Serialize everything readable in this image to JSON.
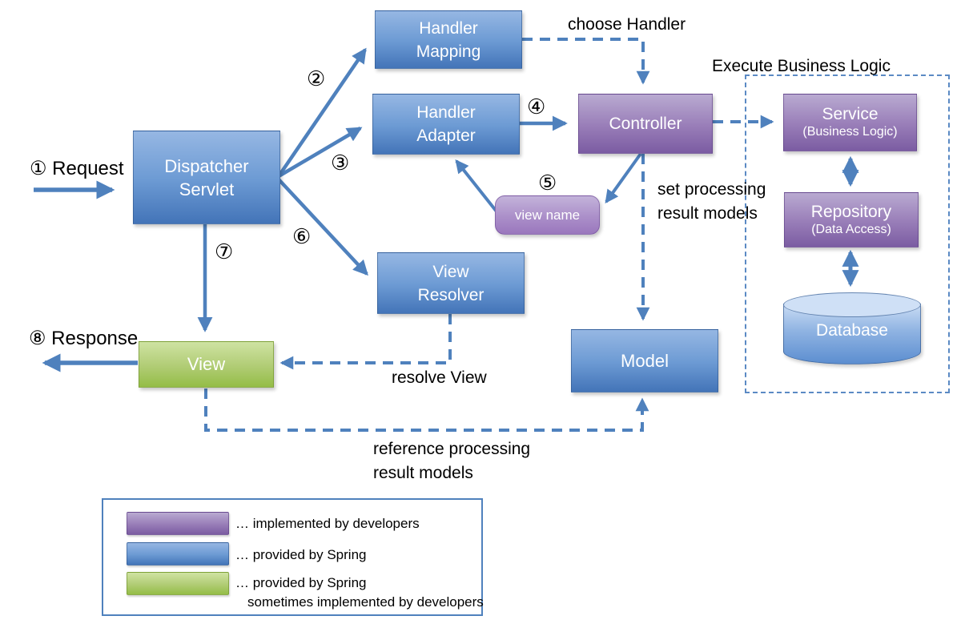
{
  "title": "Spring MVC request processing architecture diagram",
  "colors": {
    "spring_blue_top": "#96b7e3",
    "spring_blue_bottom": "#4374b8",
    "developer_purple_top": "#b9aad1",
    "developer_purple_bottom": "#7b5ca2",
    "view_green_top": "#cfe3a2",
    "view_green_bottom": "#94bd47",
    "arrow_blue": "#4f81bd",
    "text_color": "#000000"
  },
  "nodes": {
    "dispatcher_servlet": {
      "line1": "Dispatcher",
      "line2": "Servlet"
    },
    "handler_mapping": {
      "line1": "Handler",
      "line2": "Mapping"
    },
    "handler_adapter": {
      "line1": "Handler",
      "line2": "Adapter"
    },
    "controller": {
      "label": "Controller"
    },
    "view_name": {
      "label": "view name"
    },
    "view_resolver": {
      "line1": "View",
      "line2": "Resolver"
    },
    "view": {
      "label": "View"
    },
    "model": {
      "label": "Model"
    },
    "service": {
      "label": "Service",
      "sublabel": "(Business Logic)"
    },
    "repository": {
      "label": "Repository",
      "sublabel": "(Data Access)"
    },
    "database": {
      "label": "Database"
    }
  },
  "annotations": {
    "request_label": "① Request",
    "response_label": "⑧ Response",
    "step_2": "②",
    "step_3": "③",
    "step_4": "④",
    "step_5": "⑤",
    "step_6": "⑥",
    "step_7": "⑦",
    "choose_handler": "choose Handler",
    "execute_business_logic": "Execute Business Logic",
    "set_processing_line1": "set processing",
    "set_processing_line2": "result models",
    "resolve_view": "resolve View",
    "reference_line1": "reference processing",
    "reference_line2": "result models"
  },
  "legend": {
    "items": [
      {
        "swatch": "purple",
        "line1": "… implemented by developers",
        "line2": ""
      },
      {
        "swatch": "blue",
        "line1": "… provided by Spring",
        "line2": ""
      },
      {
        "swatch": "green",
        "line1": "… provided by Spring",
        "line2": "sometimes implemented by developers"
      }
    ]
  }
}
